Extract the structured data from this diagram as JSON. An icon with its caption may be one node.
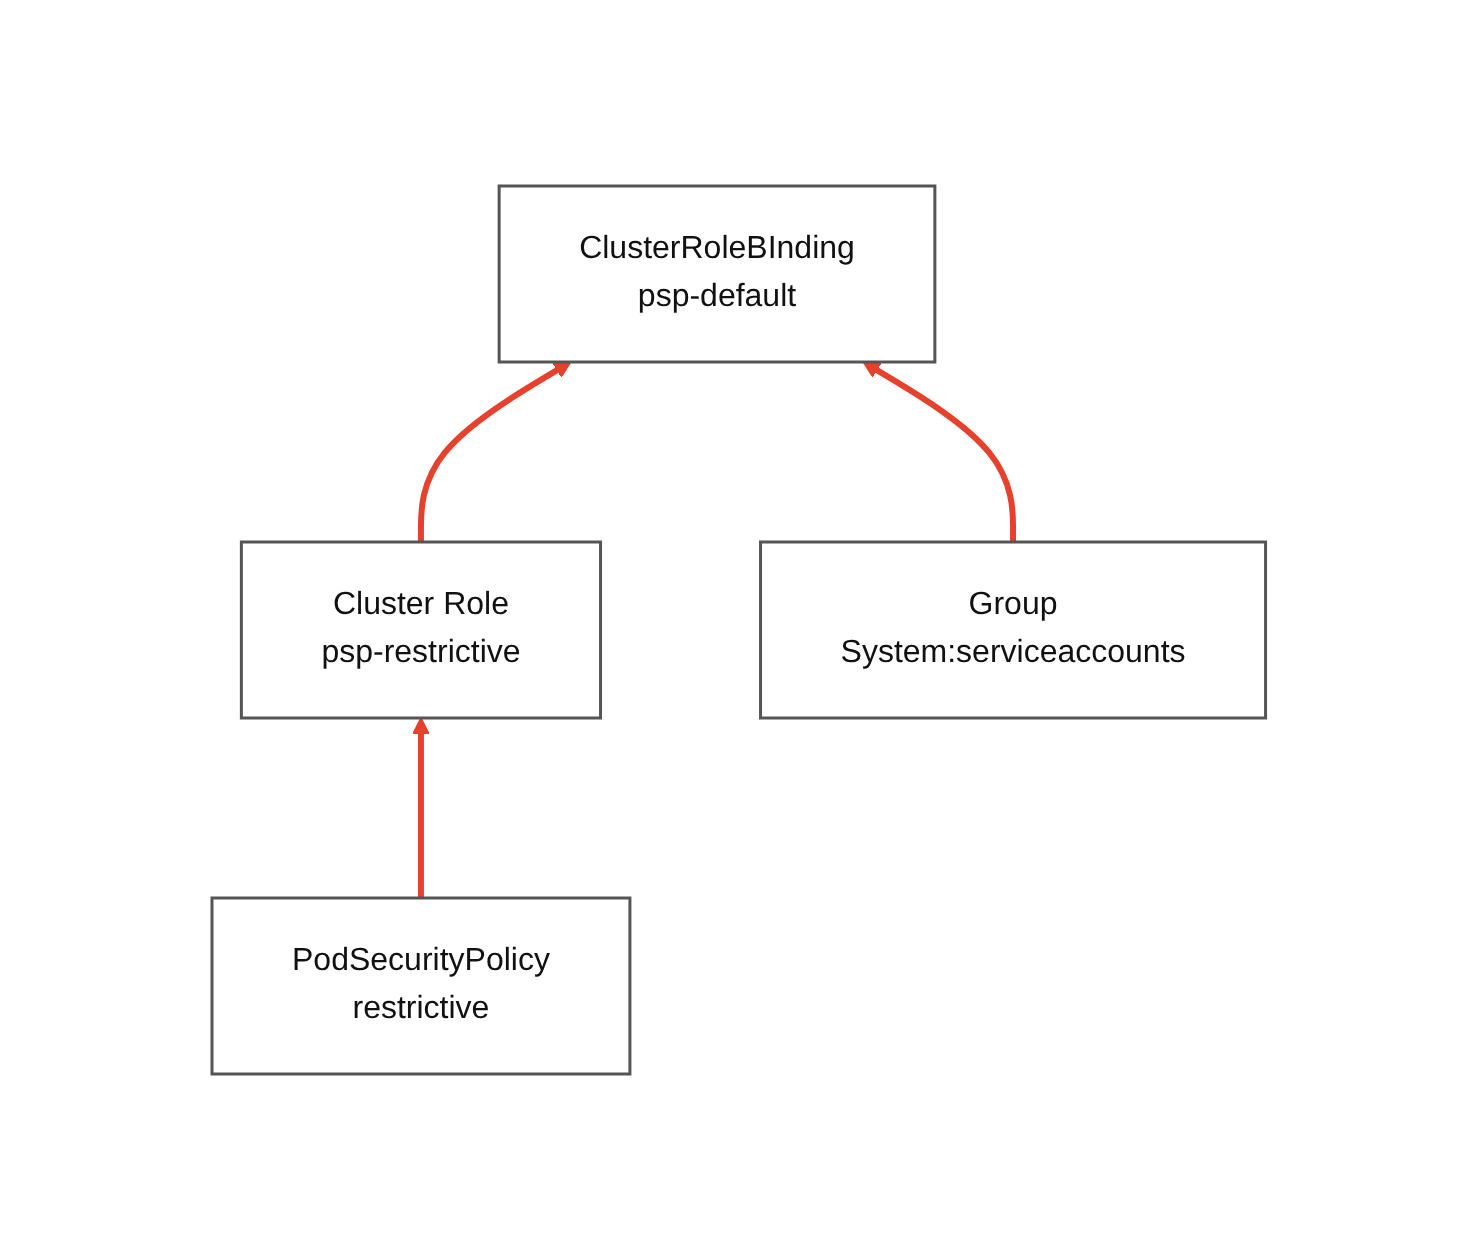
{
  "diagram": {
    "nodes": [
      {
        "text": [
          "ClusterRoleBInding",
          "psp-default"
        ]
      },
      {
        "text": [
          "Cluster Role",
          "psp-restrictive"
        ]
      },
      {
        "text": [
          "Group",
          "System:serviceaccounts"
        ]
      },
      {
        "text": [
          "PodSecurityPolicy",
          "restrictive"
        ]
      }
    ],
    "edges": [
      {
        "from": 1,
        "to": 0,
        "arrow": "to",
        "color": "#e5412d"
      },
      {
        "from": 2,
        "to": 0,
        "arrow": "to",
        "color": "#e5412d"
      },
      {
        "from": 3,
        "to": 1,
        "arrow": "to",
        "color": "#e5412d"
      }
    ]
  }
}
